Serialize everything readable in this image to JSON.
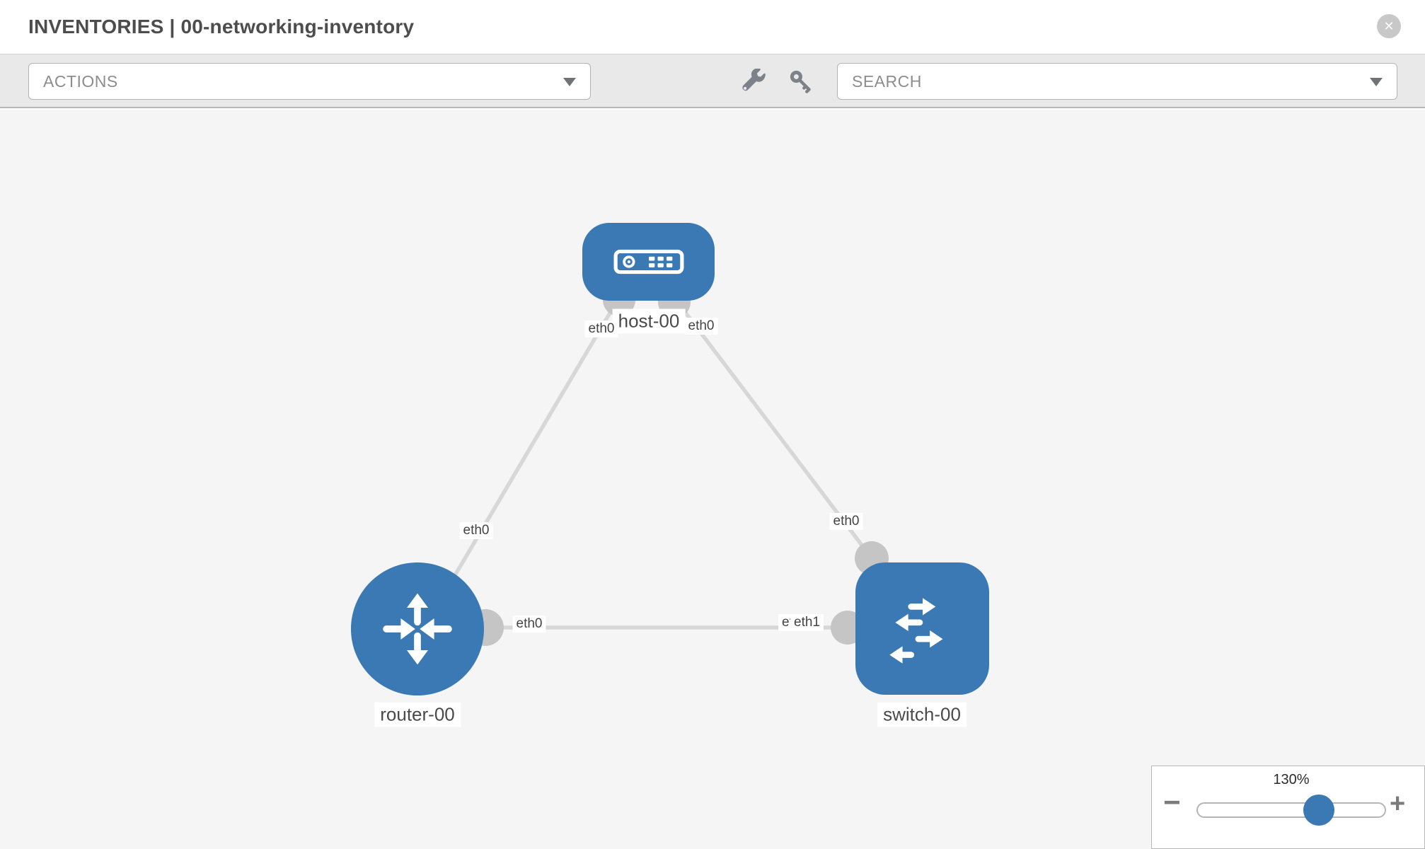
{
  "header": {
    "title": "INVENTORIES | 00-networking-inventory",
    "close_glyph": "✕"
  },
  "toolbar": {
    "actions_dropdown": {
      "value": "ACTIONS"
    },
    "tools": [
      {
        "icon": "wrench-icon"
      },
      {
        "icon": "key-icon"
      }
    ],
    "search_dropdown": {
      "placeholder": "SEARCH"
    }
  },
  "canvas": {
    "nodes": [
      {
        "id": "host-00",
        "label": "host-00",
        "type": "host",
        "icon": "host-icon"
      },
      {
        "id": "router-00",
        "label": "router-00",
        "type": "router",
        "icon": "router-icon"
      },
      {
        "id": "switch-00",
        "label": "switch-00",
        "type": "switch",
        "icon": "switch-icon"
      }
    ],
    "interface_labels": [
      {
        "text": "eth0",
        "location": "host-left"
      },
      {
        "text": "eth0",
        "location": "host-right"
      },
      {
        "text": "eth0",
        "location": "host-router-link"
      },
      {
        "text": "eth0",
        "location": "switch-top"
      },
      {
        "text": "eth0",
        "location": "router-right"
      },
      {
        "text": "eth0",
        "location": "switch-left-back"
      },
      {
        "text": "eth1",
        "location": "switch-left-front"
      }
    ],
    "links": [
      {
        "source": "host-00",
        "source_if": "eth0",
        "target": "router-00",
        "target_if": "eth0"
      },
      {
        "source": "host-00",
        "source_if": "eth0",
        "target": "switch-00",
        "target_if": "eth0"
      },
      {
        "source": "router-00",
        "source_if": "eth0",
        "target": "switch-00",
        "target_if": "eth1"
      }
    ]
  },
  "zoom_control": {
    "level": "130%",
    "minus_glyph": "−",
    "plus_glyph": "+"
  },
  "colors": {
    "node_blue": "#3a79b3",
    "link_gray": "#d7d7d7",
    "connector_gray": "#c5c5c5",
    "canvas_bg": "#f5f5f5",
    "toolbar_bg": "#e9e9e9",
    "title_text": "#4d4d4d"
  }
}
